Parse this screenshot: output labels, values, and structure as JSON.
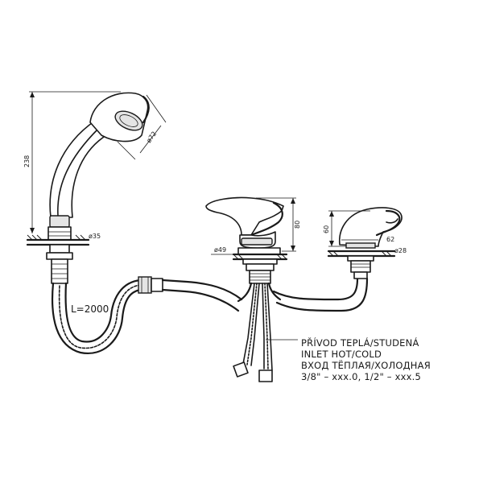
{
  "dimensions": {
    "shower_height": "238",
    "shower_head_diameter": "ø72",
    "shower_base_diameter": "ø35",
    "hose_length": "L=2000",
    "mixer_base_diameter": "ø49",
    "mixer_height": "80",
    "valve_height": "60",
    "valve_width": "62",
    "valve_base_diameter": "ø28"
  },
  "inlet_note": {
    "line1": "PŘÍVOD TEPLÁ/STUDENÁ",
    "line2": "INLET HOT/COLD",
    "line3": "ВХОД ТЁПЛАЯ/ХОЛОДНАЯ",
    "line4": "3/8\" – xxx.0, 1/2\" – xxx.5"
  }
}
